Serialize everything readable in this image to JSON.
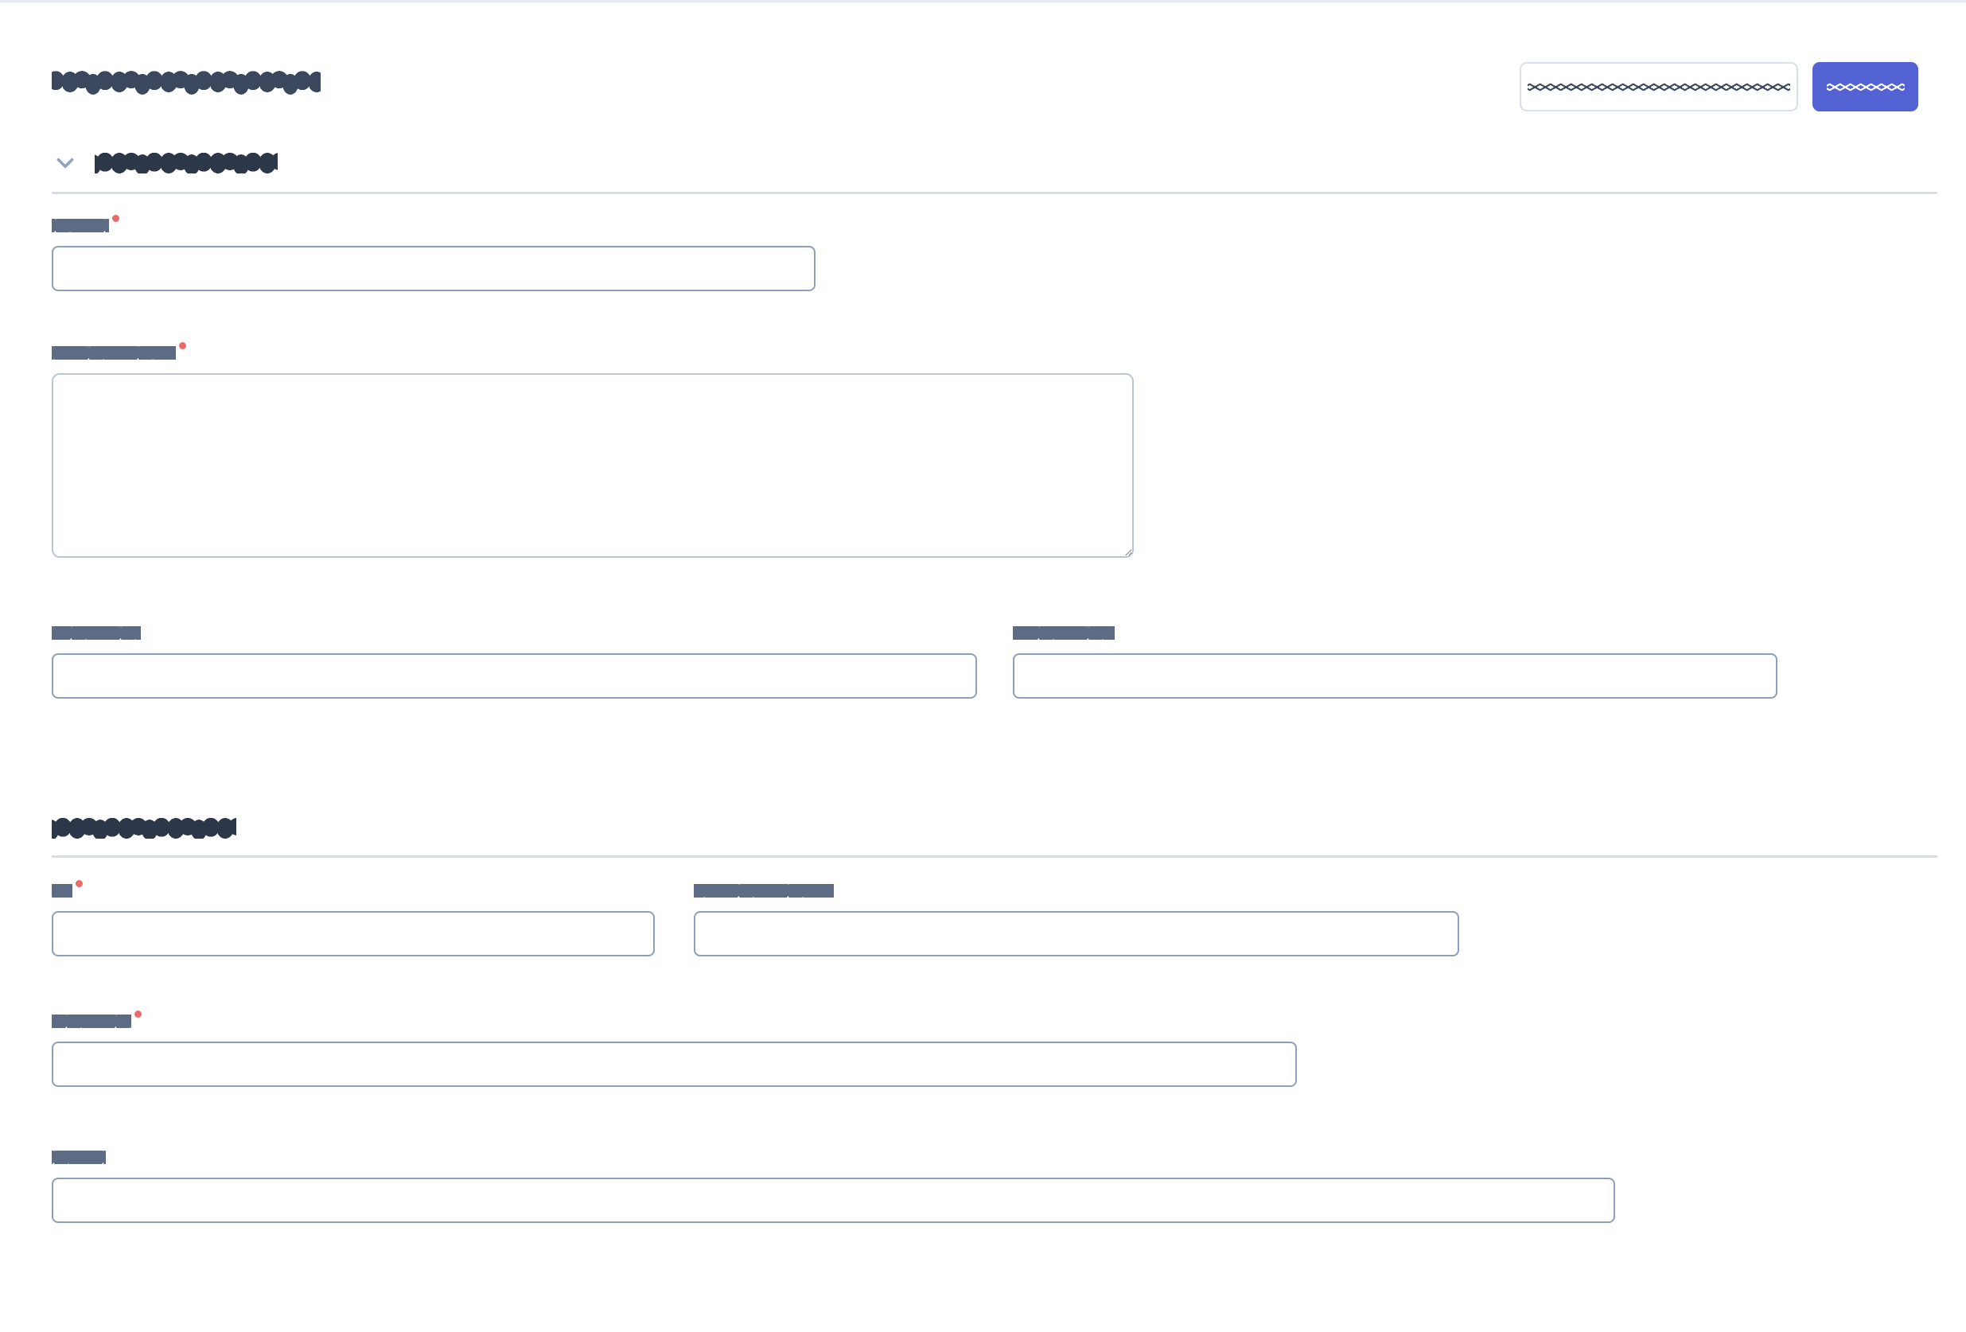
{
  "header": {
    "title_redacted": "████████ ████",
    "secondary_button_redacted": "██████ ███ ███ █████",
    "primary_button_redacted": "██████"
  },
  "icons": {
    "chevron_down": "chevron-down-icon"
  },
  "colors": {
    "primary_button_bg": "#5463d4",
    "primary_button_text": "#ffffff",
    "secondary_button_border": "#d7dfea",
    "input_border": "#8d9fba",
    "textarea_border": "#b9c6d9",
    "divider": "#d6dde7",
    "required_marker": "#ea6a6a",
    "heading_text": "#2c3749",
    "label_text": "#5d6c85",
    "page_background": "#ffffff",
    "top_border": "#e6eaf1"
  },
  "sections": [
    {
      "title_redacted": "████ ███ █████",
      "collapsed": false,
      "fields": [
        {
          "label_redacted": "████",
          "required": true,
          "type": "text",
          "value": "",
          "placeholder": ""
        },
        {
          "label_redacted": "███████████",
          "required": true,
          "type": "textarea",
          "value": "",
          "placeholder": ""
        },
        {
          "label_redacted": "█████ ███",
          "required": false,
          "type": "text",
          "value": "",
          "placeholder": ""
        },
        {
          "label_redacted": "██████ ███",
          "required": false,
          "type": "text",
          "value": "",
          "placeholder": ""
        }
      ]
    },
    {
      "title_redacted": "██████ ███ █████",
      "collapsed": false,
      "fields": [
        {
          "label_redacted": "██",
          "required": true,
          "type": "text",
          "value": "",
          "placeholder": ""
        },
        {
          "label_redacted": "████ █████ ██",
          "required": false,
          "type": "text",
          "value": "",
          "placeholder": ""
        },
        {
          "label_redacted": "███████",
          "required": true,
          "type": "text",
          "value": "",
          "placeholder": ""
        },
        {
          "label_redacted": "█████",
          "required": false,
          "type": "text",
          "value": "",
          "placeholder": ""
        }
      ]
    }
  ]
}
